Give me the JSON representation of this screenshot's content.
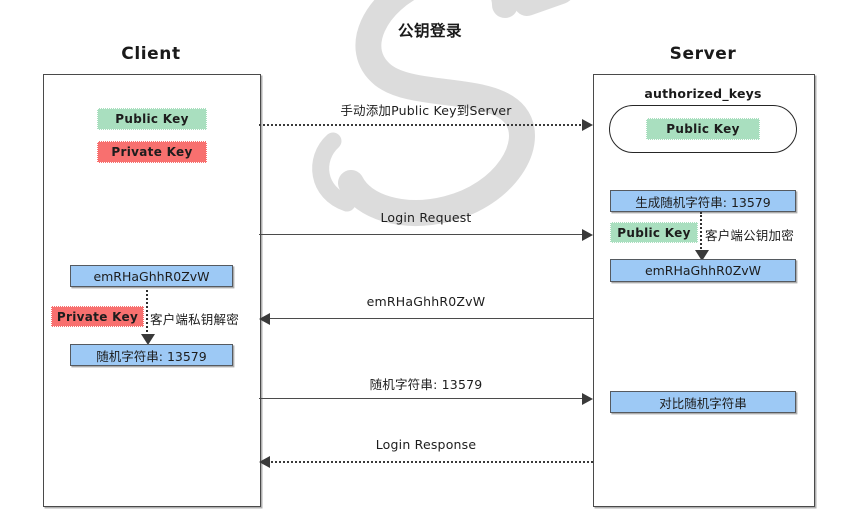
{
  "diagram": {
    "title": "公钥登录",
    "type": "sequence-diagram"
  },
  "client": {
    "title": "Client",
    "public_key_label": "Public Key",
    "private_key_label": "Private Key",
    "encrypted_box_label": "emRHaGhhR0ZvW",
    "private_key_note_label": "Private Key",
    "decrypt_note": "客户端私钥解密",
    "decrypted_box_label": "随机字符串: 13579"
  },
  "server": {
    "title": "Server",
    "authorized_keys_label": "authorized_keys",
    "stored_public_key_label": "Public Key",
    "generate_random_label": "生成随机字符串: 13579",
    "public_key_note_label": "Public Key",
    "encrypt_note": "客户端公钥加密",
    "encrypted_box_label": "emRHaGhhR0ZvW",
    "compare_box_label": "对比随机字符串"
  },
  "messages": [
    {
      "label": "手动添加Public Key到Server",
      "direction": "right",
      "style": "dotted"
    },
    {
      "label": "Login Request",
      "direction": "right",
      "style": "solid"
    },
    {
      "label": "emRHaGhhR0ZvW",
      "direction": "left",
      "style": "solid"
    },
    {
      "label": "随机字符串: 13579",
      "direction": "right",
      "style": "solid"
    },
    {
      "label": "Login Response",
      "direction": "left",
      "style": "dotted"
    }
  ],
  "colors": {
    "public_key_green": "#a9dfbf",
    "private_key_red": "#f8706f",
    "data_blue": "#9dc9f5",
    "line_gray": "#4b4b4b",
    "watermark_gray": "#dcdcdc"
  }
}
